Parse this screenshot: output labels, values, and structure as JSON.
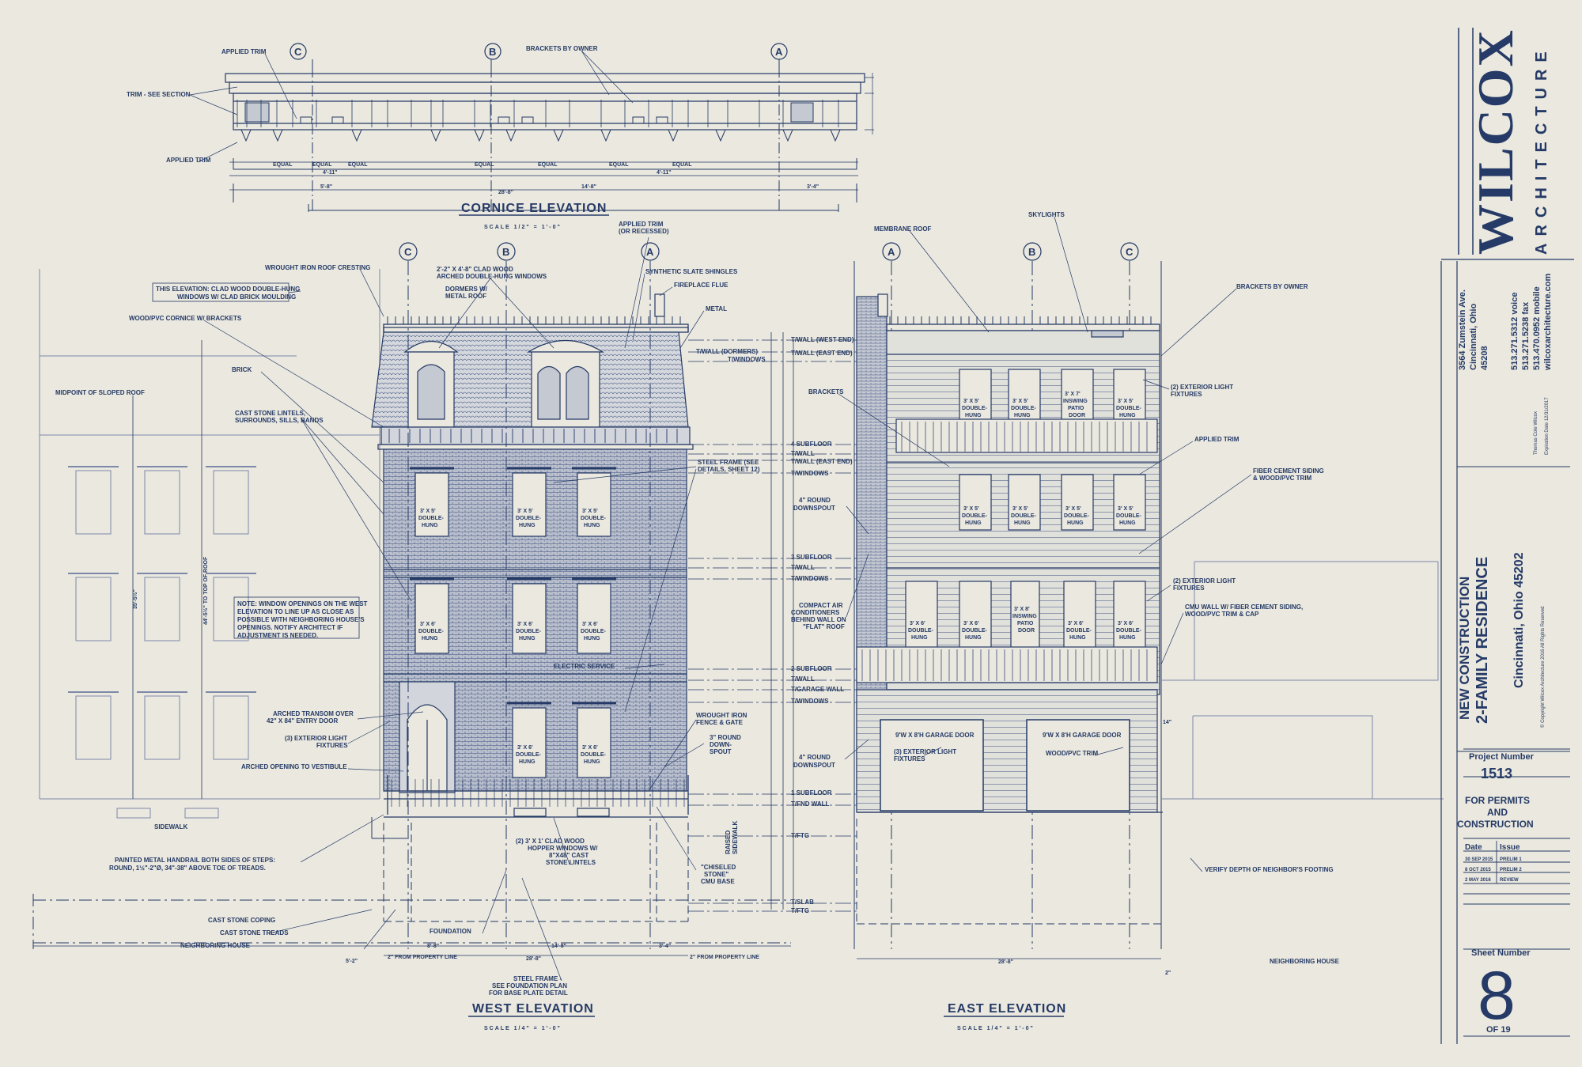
{
  "title_block": {
    "firm_name": "WILCOX",
    "firm_sub": "ARCHITECTURE",
    "address_lines": [
      "3564 Zumstein Ave.",
      "Cincinnati, Ohio",
      "45208"
    ],
    "phone_lines": [
      "513.271.5312 voice",
      "513.271.5238 fax",
      "513.470.0952 mobile",
      "wilcoxarchitecture.com"
    ],
    "architect": "Thomas Cole Wilcox",
    "expiration": "Expiration Date 12/31/2017",
    "project_line1": "NEW CONSTRUCTION",
    "project_line2": "2-FAMILY RESIDENCE",
    "project_location": "Cincinnati, Ohio   45202",
    "copyright": "© Copyright Wilcox Architecture 2016 All Rights Reserved",
    "project_number_label": "Project Number",
    "project_number": "1513",
    "status_lines": [
      "FOR PERMITS",
      "AND",
      "CONSTRUCTION"
    ],
    "issue_headers": [
      "Date",
      "Issue"
    ],
    "issues": [
      {
        "date": "30 SEP 2015",
        "issue": "PRELIM 1"
      },
      {
        "date": "8 OCT 2015",
        "issue": "PRELIM 2"
      },
      {
        "date": "2 MAY 2016",
        "issue": "REVIEW"
      }
    ],
    "sheet_number_label": "Sheet Number",
    "sheet_number": "8",
    "sheet_total": "OF 19"
  },
  "drawings": {
    "cornice": {
      "title": "CORNICE ELEVATION",
      "scale": "SCALE  1/2\" = 1'-0\""
    },
    "west": {
      "title": "WEST ELEVATION",
      "scale": "SCALE  1/4\" = 1'-0\""
    },
    "east": {
      "title": "EAST ELEVATION",
      "scale": "SCALE  1/4\" = 1'-0\""
    }
  },
  "grid_markers": {
    "a": "A",
    "b": "B",
    "c": "C"
  },
  "cornice_notes": {
    "applied_trim_top": "APPLIED TRIM",
    "trim_see_section": "TRIM - SEE SECTION",
    "applied_trim_bottom": "APPLIED TRIM",
    "brackets_by_owner": "BRACKETS BY OWNER",
    "equal": "EQUAL",
    "dim_total": "28'-8\"",
    "dim_left": "5'-8\"",
    "dim_mid": "14'-8\"",
    "dim_right": "3'-4\"",
    "dim_411": "4'-11\""
  },
  "west_notes": {
    "roof_cresting": "WROUGHT IRON ROOF CRESTING",
    "clad_windows_1": "2'-2\" X 4'-8\" CLAD WOOD",
    "clad_windows_2": "ARCHED DOUBLE-HUNG WINDOWS",
    "applied_trim_1": "APPLIED TRIM",
    "applied_trim_2": "(OR RECESSED)",
    "synthetic_slate": "SYNTHETIC SLATE SHINGLES",
    "fireplace_flue": "FIREPLACE FLUE",
    "metal": "METAL",
    "elevation_note_1": "THIS ELEVATION: CLAD WOOD DOUBLE-HUNG",
    "elevation_note_2": "WINDOWS W/ CLAD BRICK MOULDING",
    "dormers_1": "DORMERS W/",
    "dormers_2": "METAL ROOF",
    "cornice_brackets": "WOOD/PVC CORNICE W/ BRACKETS",
    "brick": "BRICK",
    "lintels_1": "CAST STONE LINTELS,",
    "lintels_2": "SURROUNDS, SILLS, BANDS",
    "midpoint_roof": "MIDPOINT OF SLOPED ROOF",
    "dim_355": "35'-5½\"",
    "dim_44": "44'-5½\" TO TOP OF ROOF",
    "note_1": "NOTE: WINDOW OPENINGS ON THE WEST",
    "note_2": "ELEVATION TO LINE UP AS CLOSE AS",
    "note_3": "POSSIBLE WITH NEIGHBORING HOUSE'S",
    "note_4": "OPENINGS. NOTIFY ARCHITECT IF",
    "note_5": "ADJUSTMENT IS NEEDED.",
    "transom_1": "ARCHED TRANSOM OVER",
    "transom_2": "42\" X 84\" ENTRY DOOR",
    "ext_light_1": "(3) EXTERIOR LIGHT",
    "ext_light_2": "FIXTURES",
    "vestibule": "ARCHED OPENING TO VESTIBULE",
    "sidewalk": "SIDEWALK",
    "handrail_1": "PAINTED METAL HANDRAIL BOTH SIDES OF STEPS:",
    "handrail_2": "ROUND, 1½\"-2\"Ø, 34\"-38\" ABOVE TOE OF TREADS.",
    "coping": "CAST STONE COPING",
    "treads": "CAST STONE TREADS",
    "neighboring_house": "NEIGHBORING HOUSE",
    "foundation": "FOUNDATION",
    "hopper_1": "(2) 3' X 1' CLAD WOOD",
    "hopper_2": "HOPPER WINDOWS W/",
    "hopper_3": "8\"X48\" CAST",
    "hopper_4": "STONE LINTELS",
    "steel_frame_1": "STEEL FRAME (SEE",
    "steel_frame_2": "DETAILS, SHEET 12)",
    "electric": "ELECTRIC SERVICE",
    "fence_1": "WROUGHT IRON",
    "fence_2": "FENCE & GATE",
    "downspout_1": "3\" ROUND",
    "downspout_2": "DOWN-",
    "downspout_3": "SPOUT",
    "chiseled_1": "\"CHISELED",
    "chiseled_2": "STONE\"",
    "chiseled_3": "CMU BASE",
    "raised_1": "RAISED",
    "raised_2": "SIDEWALK",
    "steel_f_1": "STEEL FRAME -",
    "steel_f_2": "SEE FOUNDATION PLAN",
    "steel_f_3": "FOR BASE PLATE DETAIL",
    "dim_5_2": "5'-2\"",
    "dim_2_prop": "2\" FROM PROPERTY LINE",
    "dim_288": "28'-8\"",
    "dim_8_8": "8'-8\"",
    "dim_14_8": "14'-8\"",
    "dim_3_4": "3'-4\"",
    "dim_2_prop_r": "2\" FROM PROPERTY LINE",
    "win_3x5_a": "3' X 5'",
    "win_3x6_a": "3' X 6'",
    "win_dh_1": "DOUBLE-",
    "win_dh_2": "HUNG"
  },
  "levels": {
    "t_wall_west": "T/WALL (WEST END)",
    "t_wall_east": "T/WALL (EAST END)",
    "t_windows_1": "T/WALL (DORMERS)",
    "t_windows_2": "T/WINDOWS",
    "sub4": "4 SUBFLOOR",
    "t_wall_4": "T/WALL",
    "t_wall_4e": "T/WALL (EAST END)",
    "t_win_4": "T/WINDOWS",
    "sub3": "3 SUBFLOOR",
    "t_wall_3": "T/WALL",
    "t_win_3": "T/WINDOWS",
    "sub2": "2 SUBFLOOR",
    "t_wall_2": "T/WALL",
    "t_garage": "T/GARAGE WALL",
    "t_win_2": "T/WINDOWS",
    "sub1": "1 SUBFLOOR",
    "t_fnd": "T/FND WALL",
    "t_ftg": "T/FTG",
    "t_slab": "T/SLAB",
    "t_ftg2": "T/FTG"
  },
  "east_notes": {
    "membrane_roof": "MEMBRANE ROOF",
    "skylights": "SKYLIGHTS",
    "brackets_by_owner": "BRACKETS BY OWNER",
    "brackets": "BRACKETS",
    "ext_light_1": "(2) EXTERIOR LIGHT",
    "ext_light_2": "FIXTURES",
    "applied_trim": "APPLIED TRIM",
    "fiber_1": "FIBER CEMENT SIDING",
    "fiber_2": "& WOOD/PVC TRIM",
    "downspout_1": "4\" ROUND",
    "downspout_2": "DOWNSPOUT",
    "compact_1": "COMPACT AIR",
    "compact_2": "CONDITIONERS",
    "compact_3": "BEHIND WALL ON",
    "compact_4": "\"FLAT\" ROOF",
    "ext_light_3": "(2) EXTERIOR LIGHT",
    "ext_light_4": "FIXTURES",
    "cmu_1": "CMU WALL W/ FIBER CEMENT SIDING,",
    "cmu_2": "WOOD/PVC TRIM & CAP",
    "garage_door": "9'W X 8'H GARAGE DOOR",
    "wood_trim": "WOOD/PVC TRIM",
    "ext_light_5": "(3) EXTERIOR LIGHT",
    "ext_light_6": "FIXTURES",
    "downspout_3": "4\" ROUND",
    "downspout_4": "DOWNSPOUT",
    "verify": "VERIFY DEPTH OF NEIGHBOR'S FOOTING",
    "neighboring_house": "NEIGHBORING HOUSE",
    "dim_288": "28'-8\"",
    "dim_14": "14\"",
    "dim_2": "2\"",
    "win_3x5": "3' X 5'",
    "win_3x6": "3' X 6'",
    "win_3x7": "3' X 7'",
    "win_3x8": "3' X 8'",
    "inswing": "INSWING",
    "patio": "PATIO",
    "door": "DOOR"
  }
}
